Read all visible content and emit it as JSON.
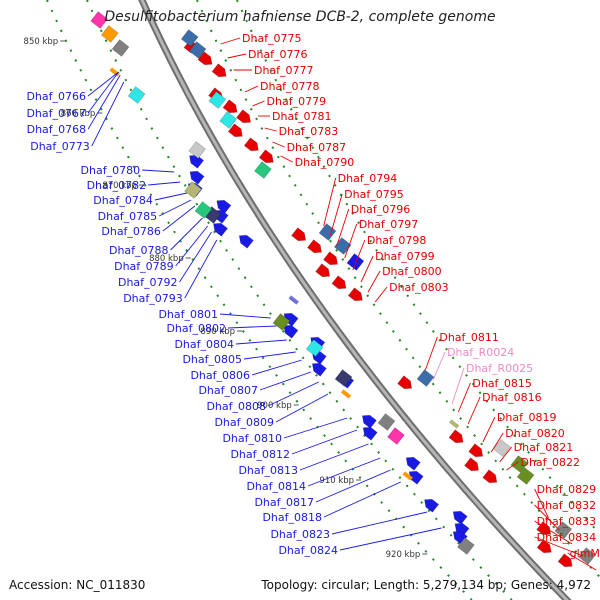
{
  "title": "Desulfitobacterium hafniense DCB-2, complete genome",
  "accession": "Accession: NC_011830",
  "topology": "Topology: circular; Length: 5,279,134 bp; Genes: 4,972",
  "colors": {
    "left_label": "#1a1ae6",
    "right_label": "#e60000",
    "rna_label": "#f08ac6",
    "backbone": "#8c8c8c",
    "dots": "#1f8a1f"
  },
  "ticks": [
    "850 kbp",
    "860 kbp",
    "870 kbp",
    "880 kbp",
    "890 kbp",
    "900 kbp",
    "910 kbp",
    "920 kbp"
  ],
  "left_genes": [
    "Dhaf_0766",
    "Dhaf_0767",
    "Dhaf_0768",
    "Dhaf_0773",
    "Dhaf_0780",
    "Dhaf_0782",
    "Dhaf_0784",
    "Dhaf_0785",
    "Dhaf_0786",
    "Dhaf_0788",
    "Dhaf_0789",
    "Dhaf_0792",
    "Dhaf_0793",
    "Dhaf_0801",
    "Dhaf_0802",
    "Dhaf_0804",
    "Dhaf_0805",
    "Dhaf_0806",
    "Dhaf_0807",
    "Dhaf_0808",
    "Dhaf_0809",
    "Dhaf_0810",
    "Dhaf_0812",
    "Dhaf_0813",
    "Dhaf_0814",
    "Dhaf_0817",
    "Dhaf_0818",
    "Dhaf_0823",
    "Dhaf_0824"
  ],
  "right_genes": [
    "Dhaf_0775",
    "Dhaf_0776",
    "Dhaf_0777",
    "Dhaf_0778",
    "Dhaf_0779",
    "Dhaf_0781",
    "Dhaf_0783",
    "Dhaf_0787",
    "Dhaf_0790",
    "Dhaf_0794",
    "Dhaf_0795",
    "Dhaf_0796",
    "Dhaf_0797",
    "Dhaf_0798",
    "Dhaf_0799",
    "Dhaf_0800",
    "Dhaf_0803",
    "Dhaf_0811",
    "Dhaf_R0024",
    "Dhaf_R0025",
    "Dhaf_0815",
    "Dhaf_0816",
    "Dhaf_0819",
    "Dhaf_0820",
    "Dhaf_0821",
    "Dhaf_0822",
    "Dhaf_0829",
    "Dhaf_0832",
    "Dhaf_0833",
    "Dhaf_0834",
    "glmM"
  ]
}
